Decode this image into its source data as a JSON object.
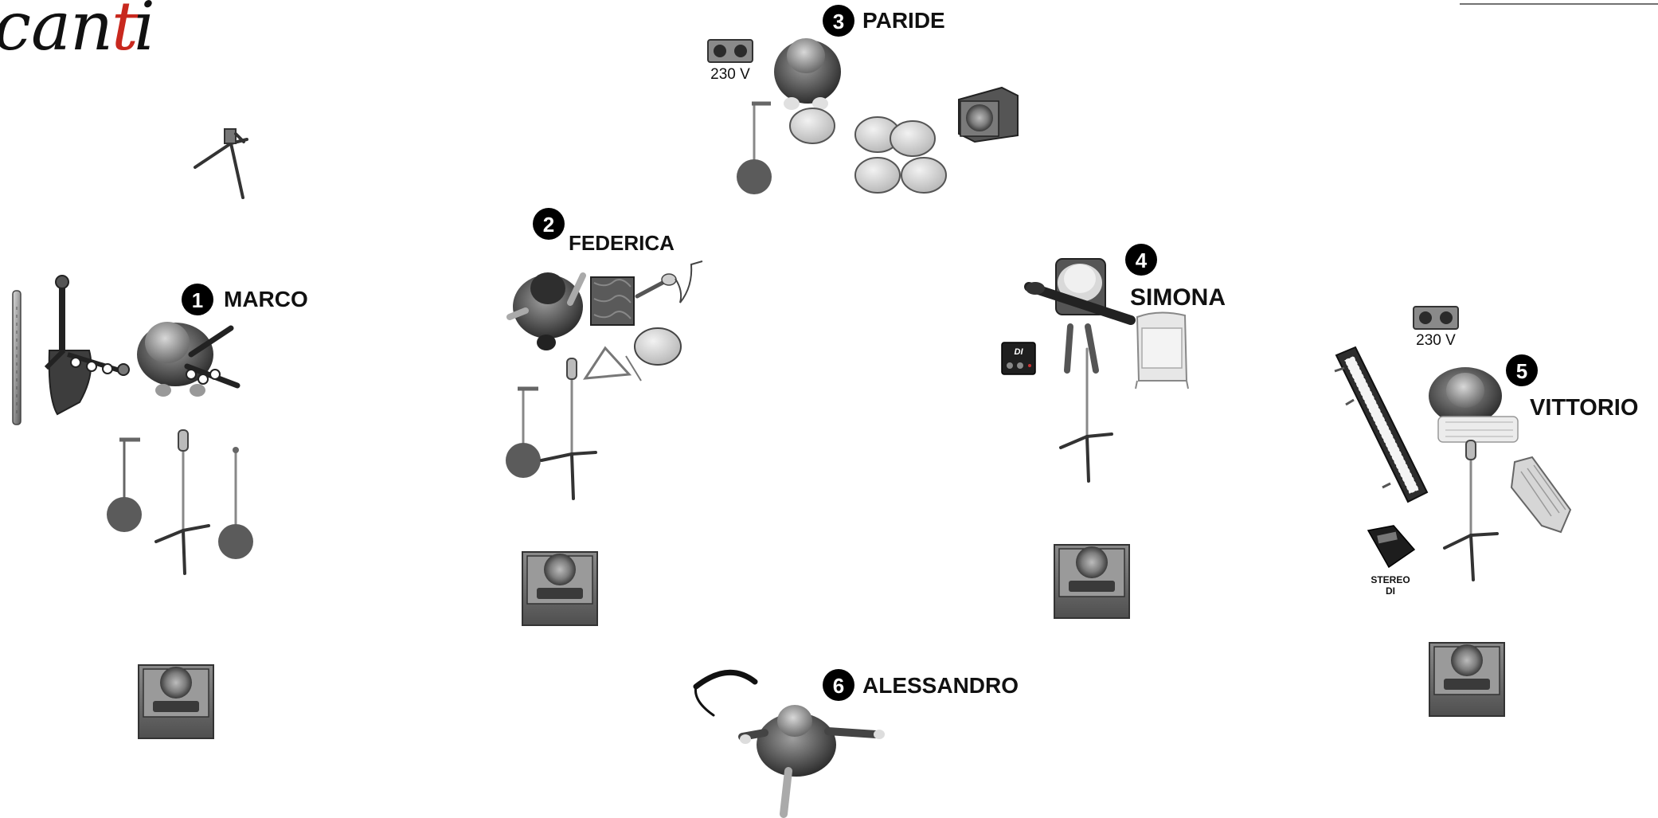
{
  "logo": {
    "text": "canti",
    "colors": {
      "ink": "#111111",
      "accent": "#c8281e"
    }
  },
  "performers": [
    {
      "number": "1",
      "name": "MARCO"
    },
    {
      "number": "2",
      "name": "FEDERICA"
    },
    {
      "number": "3",
      "name": "PARIDE"
    },
    {
      "number": "4",
      "name": "SIMONA"
    },
    {
      "number": "5",
      "name": "VITTORIO"
    },
    {
      "number": "6",
      "name": "ALESSANDRO"
    }
  ],
  "power_outlets": [
    {
      "label": "230 V"
    },
    {
      "label": "230 V"
    }
  ],
  "di_boxes": [
    {
      "label": "DI"
    },
    {
      "label_line1": "STEREO",
      "label_line2": "DI"
    }
  ],
  "colors": {
    "metal_dark": "#3a3a3a",
    "metal_mid": "#7a7a7a",
    "metal_light": "#cfcfcf",
    "monitor_body": "#6e6e6e",
    "monitor_top": "#9a9a9a",
    "drum_head": "#dcdcdc",
    "badge": "#000000",
    "badge_text": "#ffffff"
  }
}
